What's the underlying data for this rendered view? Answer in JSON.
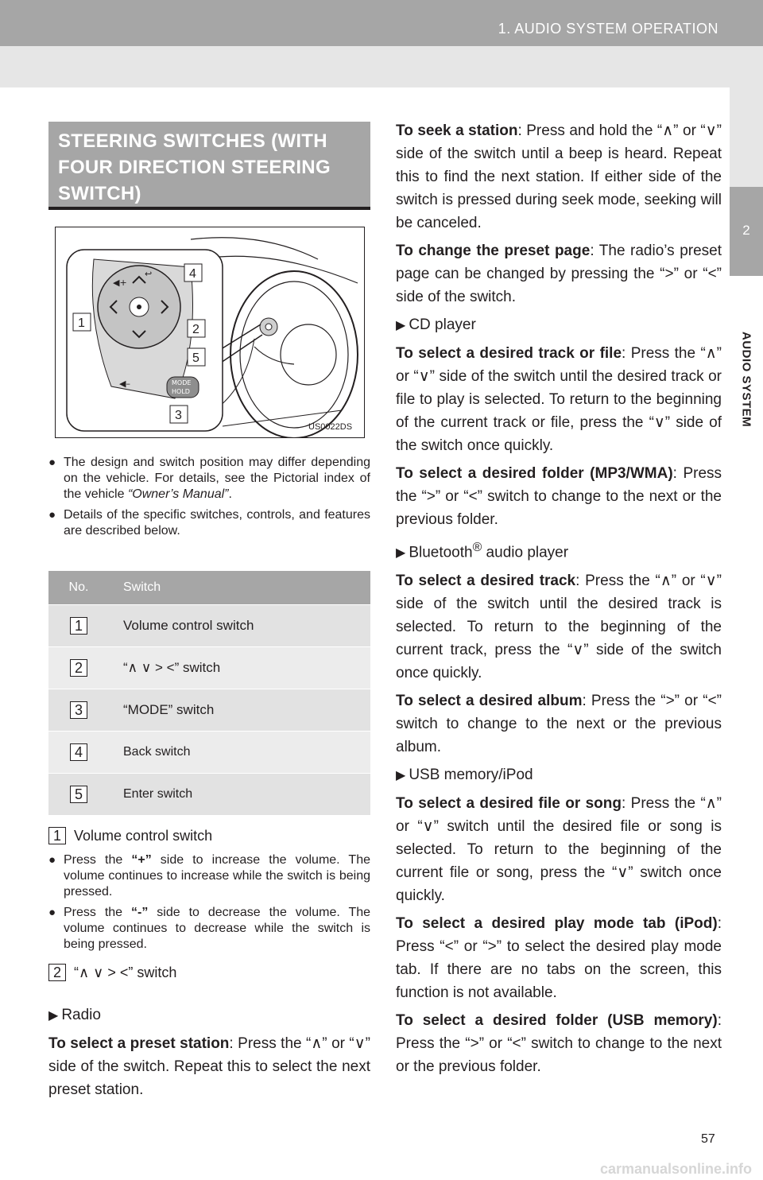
{
  "header": {
    "title": "1. AUDIO SYSTEM OPERATION"
  },
  "side_tab": {
    "number": "2",
    "label": "AUDIO SYSTEM"
  },
  "section": {
    "title": "STEERING SWITCHES (WITH FOUR DIRECTION STEERING SWITCH)"
  },
  "figure": {
    "code": "US0022DS",
    "callouts": [
      "4",
      "1",
      "2",
      "5",
      "3"
    ],
    "mode_label": "MODE",
    "hold_label": "HOLD"
  },
  "notes": [
    {
      "text": "The design and switch position may differ depending on the vehicle. For details, see the Pictorial index of the vehicle ",
      "italic": "“Owner’s Manual”",
      "end": "."
    },
    {
      "text": "Details of the specific switches, controls, and features are described below."
    }
  ],
  "table": {
    "headers": [
      "No.",
      "Switch"
    ],
    "rows": [
      {
        "no": "1",
        "switch": "Volume control switch"
      },
      {
        "no": "2",
        "switch": "“∧ ∨ > <” switch"
      },
      {
        "no": "3",
        "switch": "“MODE” switch"
      },
      {
        "no": "4",
        "switch": "Back switch"
      },
      {
        "no": "5",
        "switch": "Enter switch"
      }
    ]
  },
  "volume": {
    "num": "1",
    "heading": "Volume control switch",
    "b1_pre": "Press the ",
    "b1_key": "“+”",
    "b1_post": " side to increase the volume. The volume continues to increase while the switch is being pressed.",
    "b2_pre": "Press the ",
    "b2_key": "“-”",
    "b2_post": " side to decrease the volume. The volume continues to decrease while the switch is being pressed."
  },
  "dir_switch": {
    "num": "2",
    "heading": "“∧ ∨ > <” switch"
  },
  "radio": {
    "label": "Radio",
    "preset_b": "To select a preset station",
    "preset_t": ": Press the “∧” or “∨” side of the switch. Repeat this to select the next preset station.",
    "seek_b": "To seek a station",
    "seek_t": ": Press and hold the “∧” or “∨” side of the switch until a beep is heard. Repeat this to find the next station. If either side of the switch is pressed during seek mode, seeking will be canceled.",
    "page_b": "To change the preset page",
    "page_t": ": The radio’s preset page can be changed by pressing the “>” or “<” side of the switch."
  },
  "cd": {
    "label": "CD player",
    "track_b": "To select a desired track or file",
    "track_t": ": Press the “∧” or “∨” side of the switch until the desired track or file to play is selected. To return to the beginning of the current track or file, press the “∨” side of the switch once quickly.",
    "folder_b": "To select a desired folder (MP3/WMA)",
    "folder_t": ": Press the “>” or “<” switch to change to the next or the previous folder."
  },
  "bt": {
    "label": "Bluetooth",
    "label_sup": "®",
    "label_end": " audio player",
    "track_b": "To select a desired track",
    "track_t": ": Press the “∧” or “∨” side of the switch until the desired track is selected. To return to the beginning of the current track, press the “∨” side of the switch once quickly.",
    "album_b": "To select a desired album",
    "album_t": ": Press the “>” or “<” switch to change to the next or the previous album."
  },
  "usb": {
    "label": "USB memory/iPod",
    "song_b": "To select a desired file or song",
    "song_t": ": Press the “∧” or “∨” switch until the desired file or song is selected. To return to the beginning of the current file or song, press the “∨” switch once quickly.",
    "tab_b": "To select a desired play mode tab (iPod)",
    "tab_t": ": Press “<” or “>” to select the desired play mode tab. If there are no tabs on the screen, this function is not available.",
    "folder_b": "To select a desired folder (USB memory)",
    "folder_t": ": Press the “>” or “<” switch to change to the next or the previous folder."
  },
  "page_number": "57",
  "footer": {
    "watermark": "carmanualsonline.info"
  }
}
